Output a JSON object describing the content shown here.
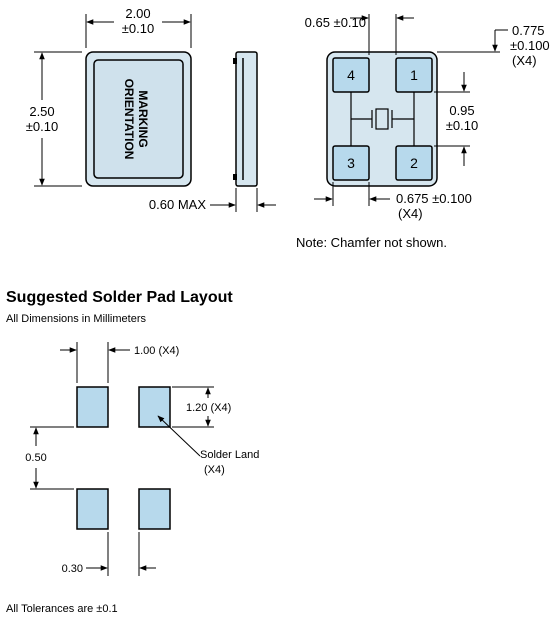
{
  "top_view": {
    "width_value": "2.00",
    "width_tol": "±0.10",
    "height_value": "2.50",
    "height_tol": "±0.10",
    "marking_line1": "MARKING",
    "marking_line2": "ORIENTATION"
  },
  "side_view": {
    "thickness": "0.60 MAX"
  },
  "bottom_view": {
    "pad_pitch_h": "0.65 ±0.10",
    "chamfer_value": "0.775",
    "chamfer_tol": "±0.100",
    "chamfer_count": "(X4)",
    "pad_gap_value": "0.95",
    "pad_gap_tol": "±0.10",
    "pad_width": "0.675 ±0.100",
    "pad_width_count": "(X4)",
    "pins": [
      "4",
      "1",
      "3",
      "2"
    ],
    "note": "Note: Chamfer not shown."
  },
  "solder_layout": {
    "title": "Suggested Solder Pad Layout",
    "subtitle": "All Dimensions in Millimeters",
    "pad_width": "1.00 (X4)",
    "pad_height": "1.20 (X4)",
    "v_gap": "0.50",
    "h_gap": "0.30",
    "land_label_line1": "Solder Land",
    "land_label_line2": "(X4)"
  },
  "footer": {
    "tolerance_note": "All Tolerances are ±0.1"
  },
  "colors": {
    "pad_fill": "#b7d9ec",
    "body_fill": "#cfe1ec",
    "outline": "#000000"
  }
}
